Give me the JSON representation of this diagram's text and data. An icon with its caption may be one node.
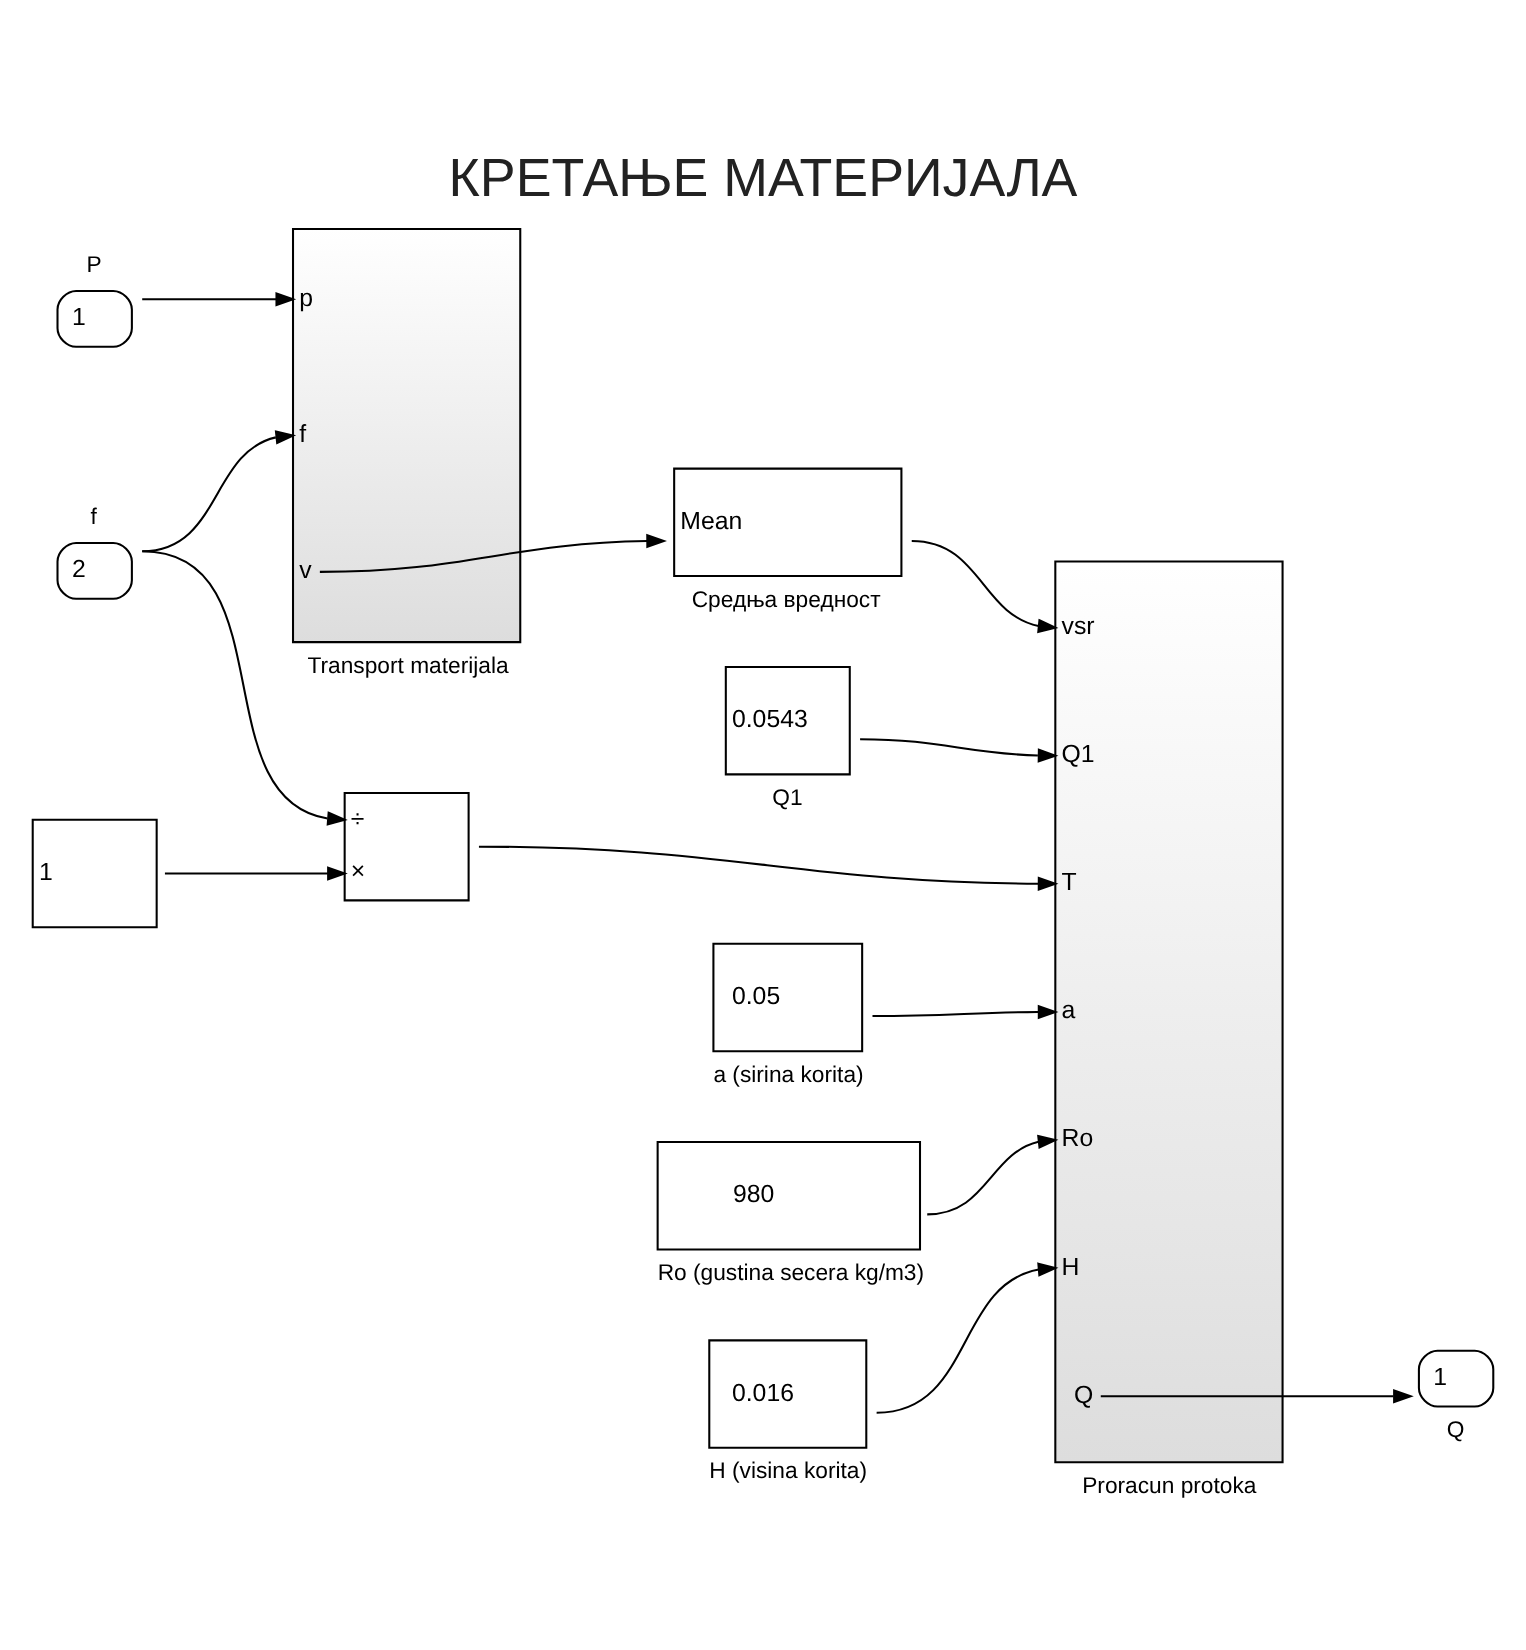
{
  "diagram": {
    "title": "КРЕТАЊЕ МАТЕРИЈАЛА",
    "nodes": [
      {
        "text": [
          "1"
        ],
        "beside": [
          "P"
        ]
      },
      {
        "text": [
          "2"
        ],
        "beside": [
          "f"
        ]
      },
      {
        "text": [
          "p",
          "f",
          "v"
        ],
        "beside": [
          "Transport materijala"
        ]
      },
      {
        "text": [
          "Mean"
        ],
        "beside": [
          "Средња вредност"
        ]
      },
      {
        "text": [
          "0.0543"
        ],
        "beside": [
          "Q1"
        ]
      },
      {
        "text": [
          "÷",
          "×"
        ]
      },
      {
        "text": [
          "1"
        ]
      },
      {
        "text": [
          "0.05"
        ],
        "beside": [
          "a (sirina korita)"
        ]
      },
      {
        "text": [
          "980"
        ],
        "beside": [
          "Ro (gustina secera kg/m3)"
        ]
      },
      {
        "text": [
          "0.016"
        ],
        "beside": [
          "H (visina korita)"
        ]
      },
      {
        "text": [
          "vsr",
          "Q1",
          "T",
          "a",
          "Ro",
          "H",
          "Q"
        ],
        "beside": [
          "Proracun protoka"
        ]
      },
      {
        "text": [
          "1"
        ],
        "beside": [
          "Q"
        ]
      }
    ],
    "edges": [
      {
        "from": 0,
        "to": 2,
        "arrow": "to"
      },
      {
        "from": 1,
        "to": 2,
        "arrow": "to"
      },
      {
        "from": 1,
        "to": 5,
        "arrow": "to"
      },
      {
        "from": 2,
        "to": 3,
        "arrow": "to"
      },
      {
        "from": 3,
        "to": 10,
        "arrow": "to"
      },
      {
        "from": 4,
        "to": 10,
        "arrow": "to"
      },
      {
        "from": 6,
        "to": 5,
        "arrow": "to"
      },
      {
        "from": 5,
        "to": 10,
        "arrow": "to"
      },
      {
        "from": 7,
        "to": 10,
        "arrow": "to"
      },
      {
        "from": 8,
        "to": 10,
        "arrow": "to"
      },
      {
        "from": 9,
        "to": 10,
        "arrow": "to"
      },
      {
        "from": 10,
        "to": 11,
        "arrow": "to"
      }
    ]
  }
}
